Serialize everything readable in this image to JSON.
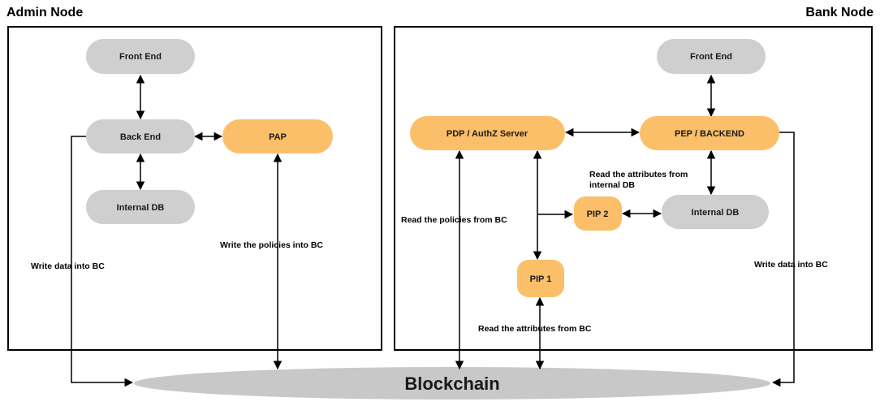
{
  "admin_node": {
    "title": "Admin Node",
    "front_end": "Front End",
    "back_end": "Back End",
    "internal_db": "Internal DB",
    "pap": "PAP",
    "write_data_label": "Write data into BC",
    "write_policies_label": "Write the policies into BC"
  },
  "bank_node": {
    "title": "Bank Node",
    "front_end": "Front End",
    "pep_backend": "PEP / BACKEND",
    "pdp_server": "PDP / AuthZ Server",
    "pip2": "PIP 2",
    "pip1": "PIP 1",
    "internal_db": "Internal DB",
    "read_attributes_internal_line1": "Read the attributes from",
    "read_attributes_internal_line2": "internal DB",
    "read_policies_label": "Read the policies from BC",
    "read_attributes_bc_label": "Read the attributes from BC",
    "write_data_label": "Write data into BC"
  },
  "blockchain": {
    "label": "Blockchain"
  },
  "colors": {
    "gray_node": "#cfcfcf",
    "orange_node": "#fbbf6a",
    "blockchain": "#c8c8c8"
  }
}
